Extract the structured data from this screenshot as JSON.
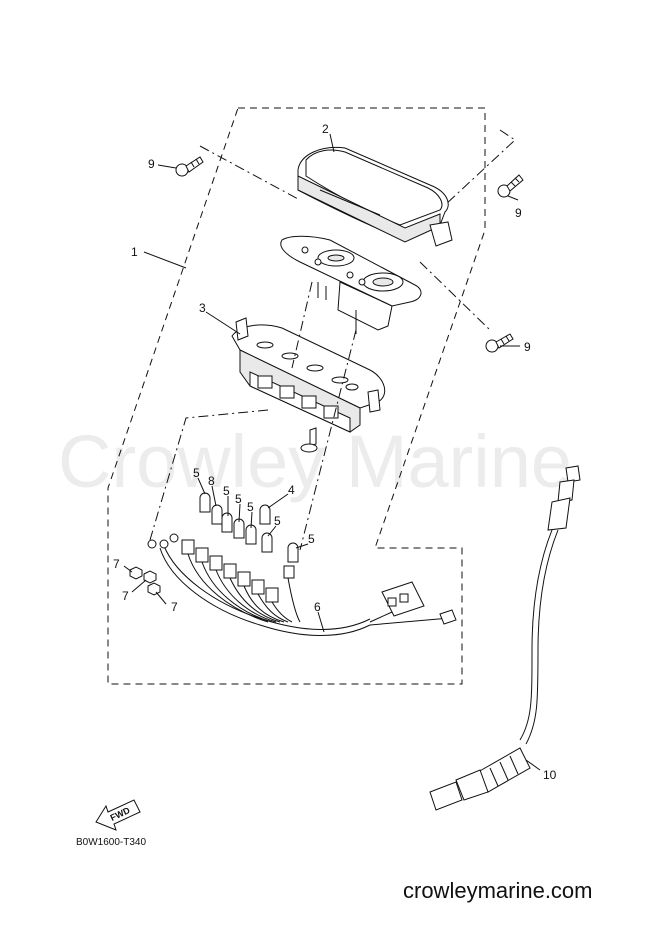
{
  "watermark": "Crowley Marine",
  "site_url": "crowleymarine.com",
  "diagram_code": "B0W1600-T340",
  "fwd_label": "FWD",
  "callouts": {
    "c1": "1",
    "c2": "2",
    "c3": "3",
    "c4": "4",
    "c5a": "5",
    "c5b": "5",
    "c5c": "5",
    "c5d": "5",
    "c5e": "5",
    "c5f": "5",
    "c6": "6",
    "c7a": "7",
    "c7b": "7",
    "c7c": "7",
    "c8": "8",
    "c9a": "9",
    "c9b": "9",
    "c9c": "9",
    "c10": "10"
  }
}
